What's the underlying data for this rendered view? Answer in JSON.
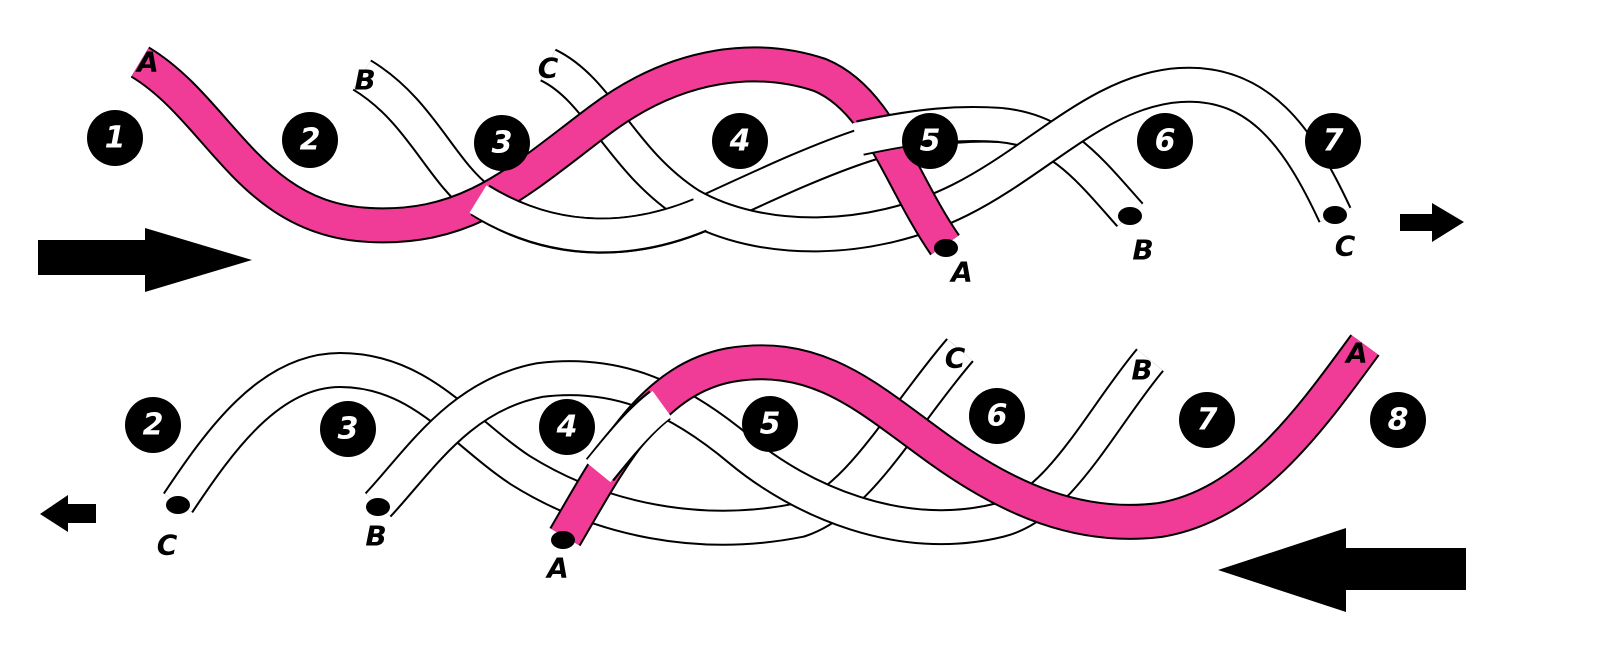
{
  "colors": {
    "strand_a": "#f03c96",
    "strand_other": "#ffffff",
    "outline": "#000000",
    "marker": "#000000"
  },
  "top_row": {
    "direction": "right",
    "steps": [
      "1",
      "2",
      "3",
      "4",
      "5",
      "6",
      "7"
    ],
    "start_labels": [
      "A",
      "B",
      "C"
    ],
    "end_labels": [
      "A",
      "B",
      "C"
    ]
  },
  "bottom_row": {
    "direction": "left",
    "steps": [
      "2",
      "3",
      "4",
      "5",
      "6",
      "7",
      "8"
    ],
    "start_labels": [
      "A",
      "B",
      "C"
    ],
    "end_labels": [
      "A",
      "B",
      "C"
    ]
  }
}
